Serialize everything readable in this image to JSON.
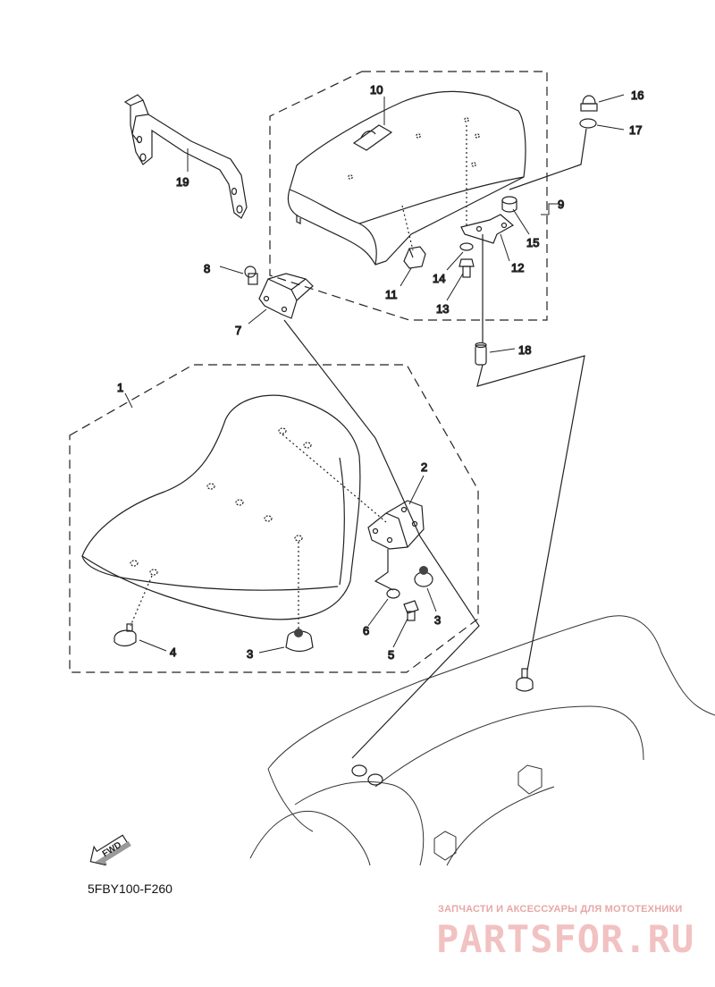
{
  "diagram": {
    "code": "5FBY100-F260",
    "fwd_label": "FWD",
    "callouts": {
      "n1": "1",
      "n2": "2",
      "n3a": "3",
      "n3b": "3",
      "n4": "4",
      "n5": "5",
      "n6": "6",
      "n7": "7",
      "n8": "8",
      "n9": "9",
      "n10": "10",
      "n11": "11",
      "n12": "12",
      "n13": "13",
      "n14": "14",
      "n15": "15",
      "n16": "16",
      "n17": "17",
      "n18": "18",
      "n19": "19"
    }
  },
  "watermark": {
    "caption": "ЗАПЧАСТИ И АКСЕССУАРЫ ДЛЯ МОТОТЕХНИКИ",
    "logo": "PARTSFOR.RU",
    "color": "#f2c1c1"
  }
}
